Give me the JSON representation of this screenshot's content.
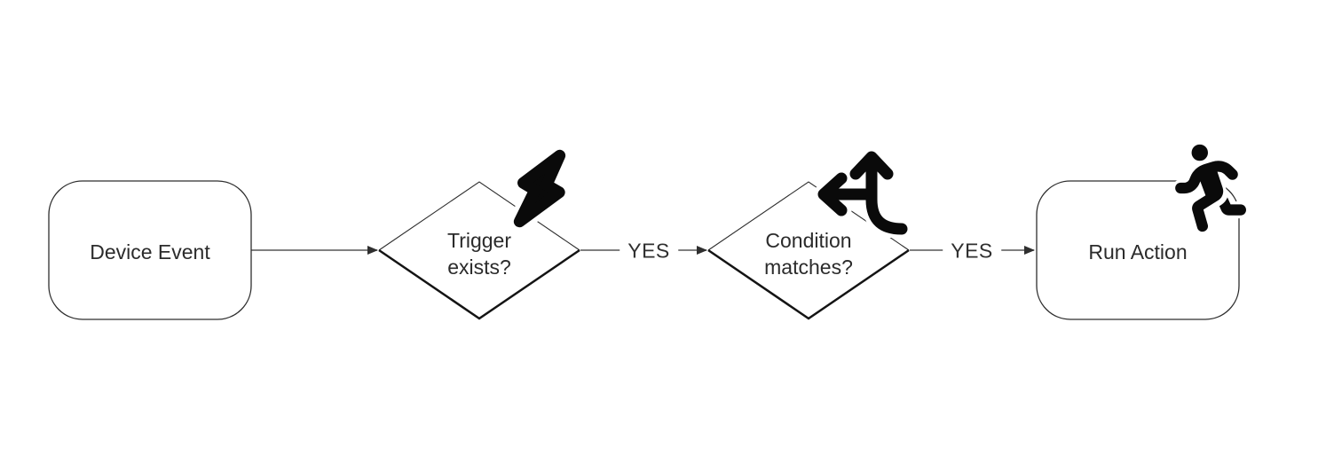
{
  "diagram": {
    "background": "#ffffff",
    "colors": {
      "node_stroke": "#2e2e2e",
      "node_stroke_heavy": "#141414",
      "arrow_line": "#565656",
      "arrow_head": "#2f2f2f",
      "text": "#2b2b2b",
      "icon": "#0a0a0a"
    },
    "nodes": [
      {
        "id": "device-event",
        "type": "rounded-rectangle",
        "lines": [
          "Device Event"
        ]
      },
      {
        "id": "trigger-exists",
        "type": "decision-diamond",
        "lines": [
          "Trigger",
          "exists?"
        ],
        "icon": "lightning-bolt-icon"
      },
      {
        "id": "condition-matches",
        "type": "decision-diamond",
        "lines": [
          "Condition",
          "matches?"
        ],
        "icon": "split-arrows-icon"
      },
      {
        "id": "run-action",
        "type": "rounded-rectangle",
        "lines": [
          "Run Action"
        ],
        "icon": "person-running-icon"
      }
    ],
    "edges": [
      {
        "from": "device-event",
        "to": "trigger-exists",
        "label": ""
      },
      {
        "from": "trigger-exists",
        "to": "condition-matches",
        "label": "YES"
      },
      {
        "from": "condition-matches",
        "to": "run-action",
        "label": "YES"
      }
    ]
  }
}
